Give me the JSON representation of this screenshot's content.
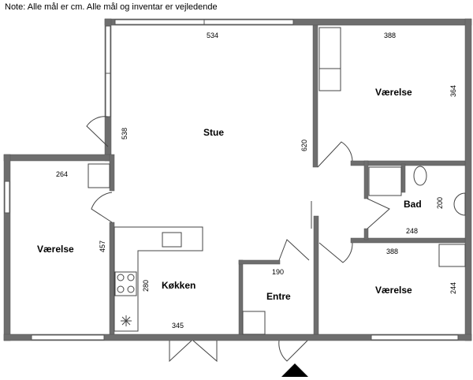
{
  "note": "Note: Alle mål er cm. Alle mål og inventar er vejledende",
  "rooms": {
    "stue": {
      "label": "Stue",
      "width": "534",
      "depth": "538",
      "depth2": "620"
    },
    "vaerelse_top_right": {
      "label": "Værelse",
      "width": "388",
      "depth": "364"
    },
    "bad": {
      "label": "Bad",
      "width": "248",
      "depth": "200"
    },
    "vaerelse_bottom_right": {
      "label": "Værelse",
      "width": "388",
      "depth": "244"
    },
    "vaerelse_left": {
      "label": "Værelse",
      "width": "264",
      "depth": "457"
    },
    "koekken": {
      "label": "Køkken",
      "width": "345",
      "depth": "280"
    },
    "entre": {
      "label": "Entre",
      "width": "190"
    }
  },
  "colors": {
    "wall": "#6e6e6e",
    "entrance_marker": "#000000"
  }
}
